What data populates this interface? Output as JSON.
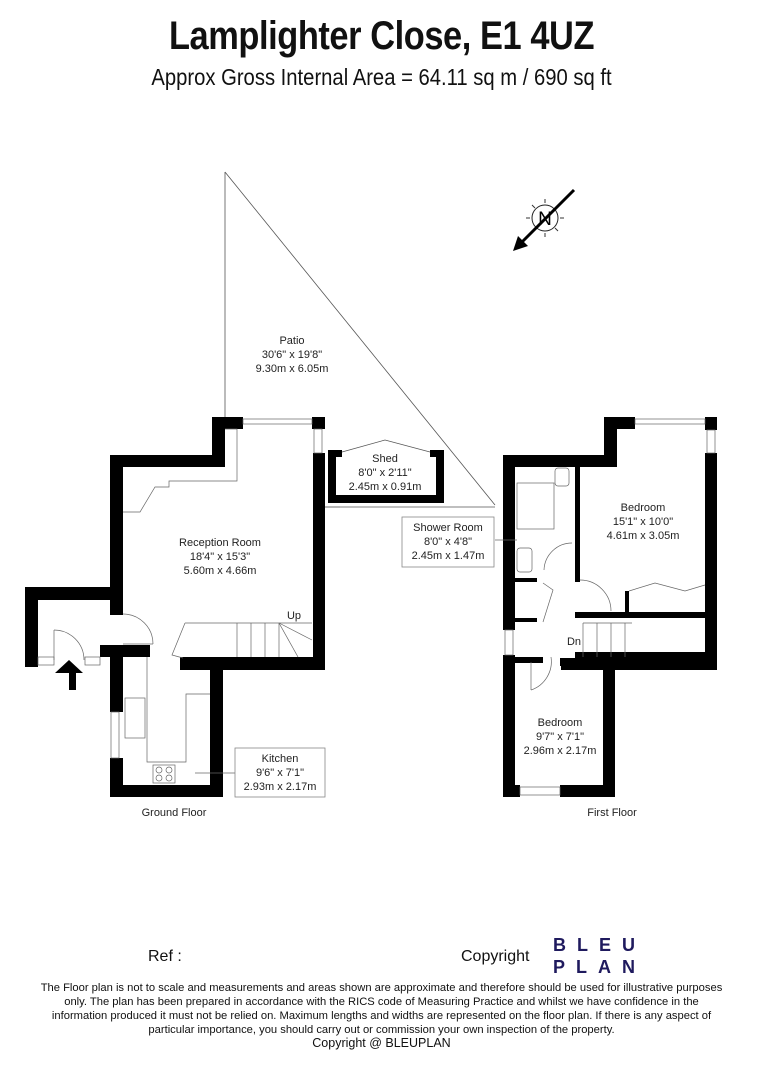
{
  "header": {
    "title": "Lamplighter Close, E1 4UZ",
    "subtitle": "Approx Gross Internal Area = 64.11 sq m / 690 sq ft"
  },
  "compass": {
    "label": "N",
    "icon": "north-arrow-icon"
  },
  "ground_floor": {
    "label": "Ground Floor",
    "rooms": [
      {
        "name": "Patio",
        "imperial": "30'6\" x 19'8\"",
        "metric": "9.30m x 6.05m"
      },
      {
        "name": "Shed",
        "imperial": "8'0\" x 2'11\"",
        "metric": "2.45m x 0.91m"
      },
      {
        "name": "Reception Room",
        "imperial": "18'4\" x 15'3\"",
        "metric": "5.60m x 4.66m"
      },
      {
        "name": "Kitchen",
        "imperial": "9'6\" x 7'1\"",
        "metric": "2.93m x 2.17m"
      }
    ],
    "stairs_label": "Up"
  },
  "first_floor": {
    "label": "First Floor",
    "rooms": [
      {
        "name": "Shower Room",
        "imperial": "8'0\" x 4'8\"",
        "metric": "2.45m x 1.47m"
      },
      {
        "name": "Bedroom",
        "imperial": "15'1\" x 10'0\"",
        "metric": "4.61m x 3.05m"
      },
      {
        "name": "Bedroom",
        "imperial": "9'7\" x 7'1\"",
        "metric": "2.96m x 2.17m"
      }
    ],
    "stairs_label": "Dn"
  },
  "footer": {
    "ref_label": "Ref  :",
    "copyright_label": "Copyright",
    "logo_line1": "BLEU",
    "logo_line2": "PLAN",
    "logo_color": "#1f1a5e",
    "disclaimer": "The Floor plan is not to scale and measurements and areas shown are approximate and therefore should be used for illustrative purposes only. The plan has been prepared in accordance with the RICS code of Measuring Practice and whilst we have confidence in the information produced it must not be relied on. Maximum lengths and widths are represented on the floor plan. If there is any aspect of particular importance, you should carry out or commission your own inspection of the property.",
    "copyright_line": "Copyright @ BLEUPLAN"
  }
}
